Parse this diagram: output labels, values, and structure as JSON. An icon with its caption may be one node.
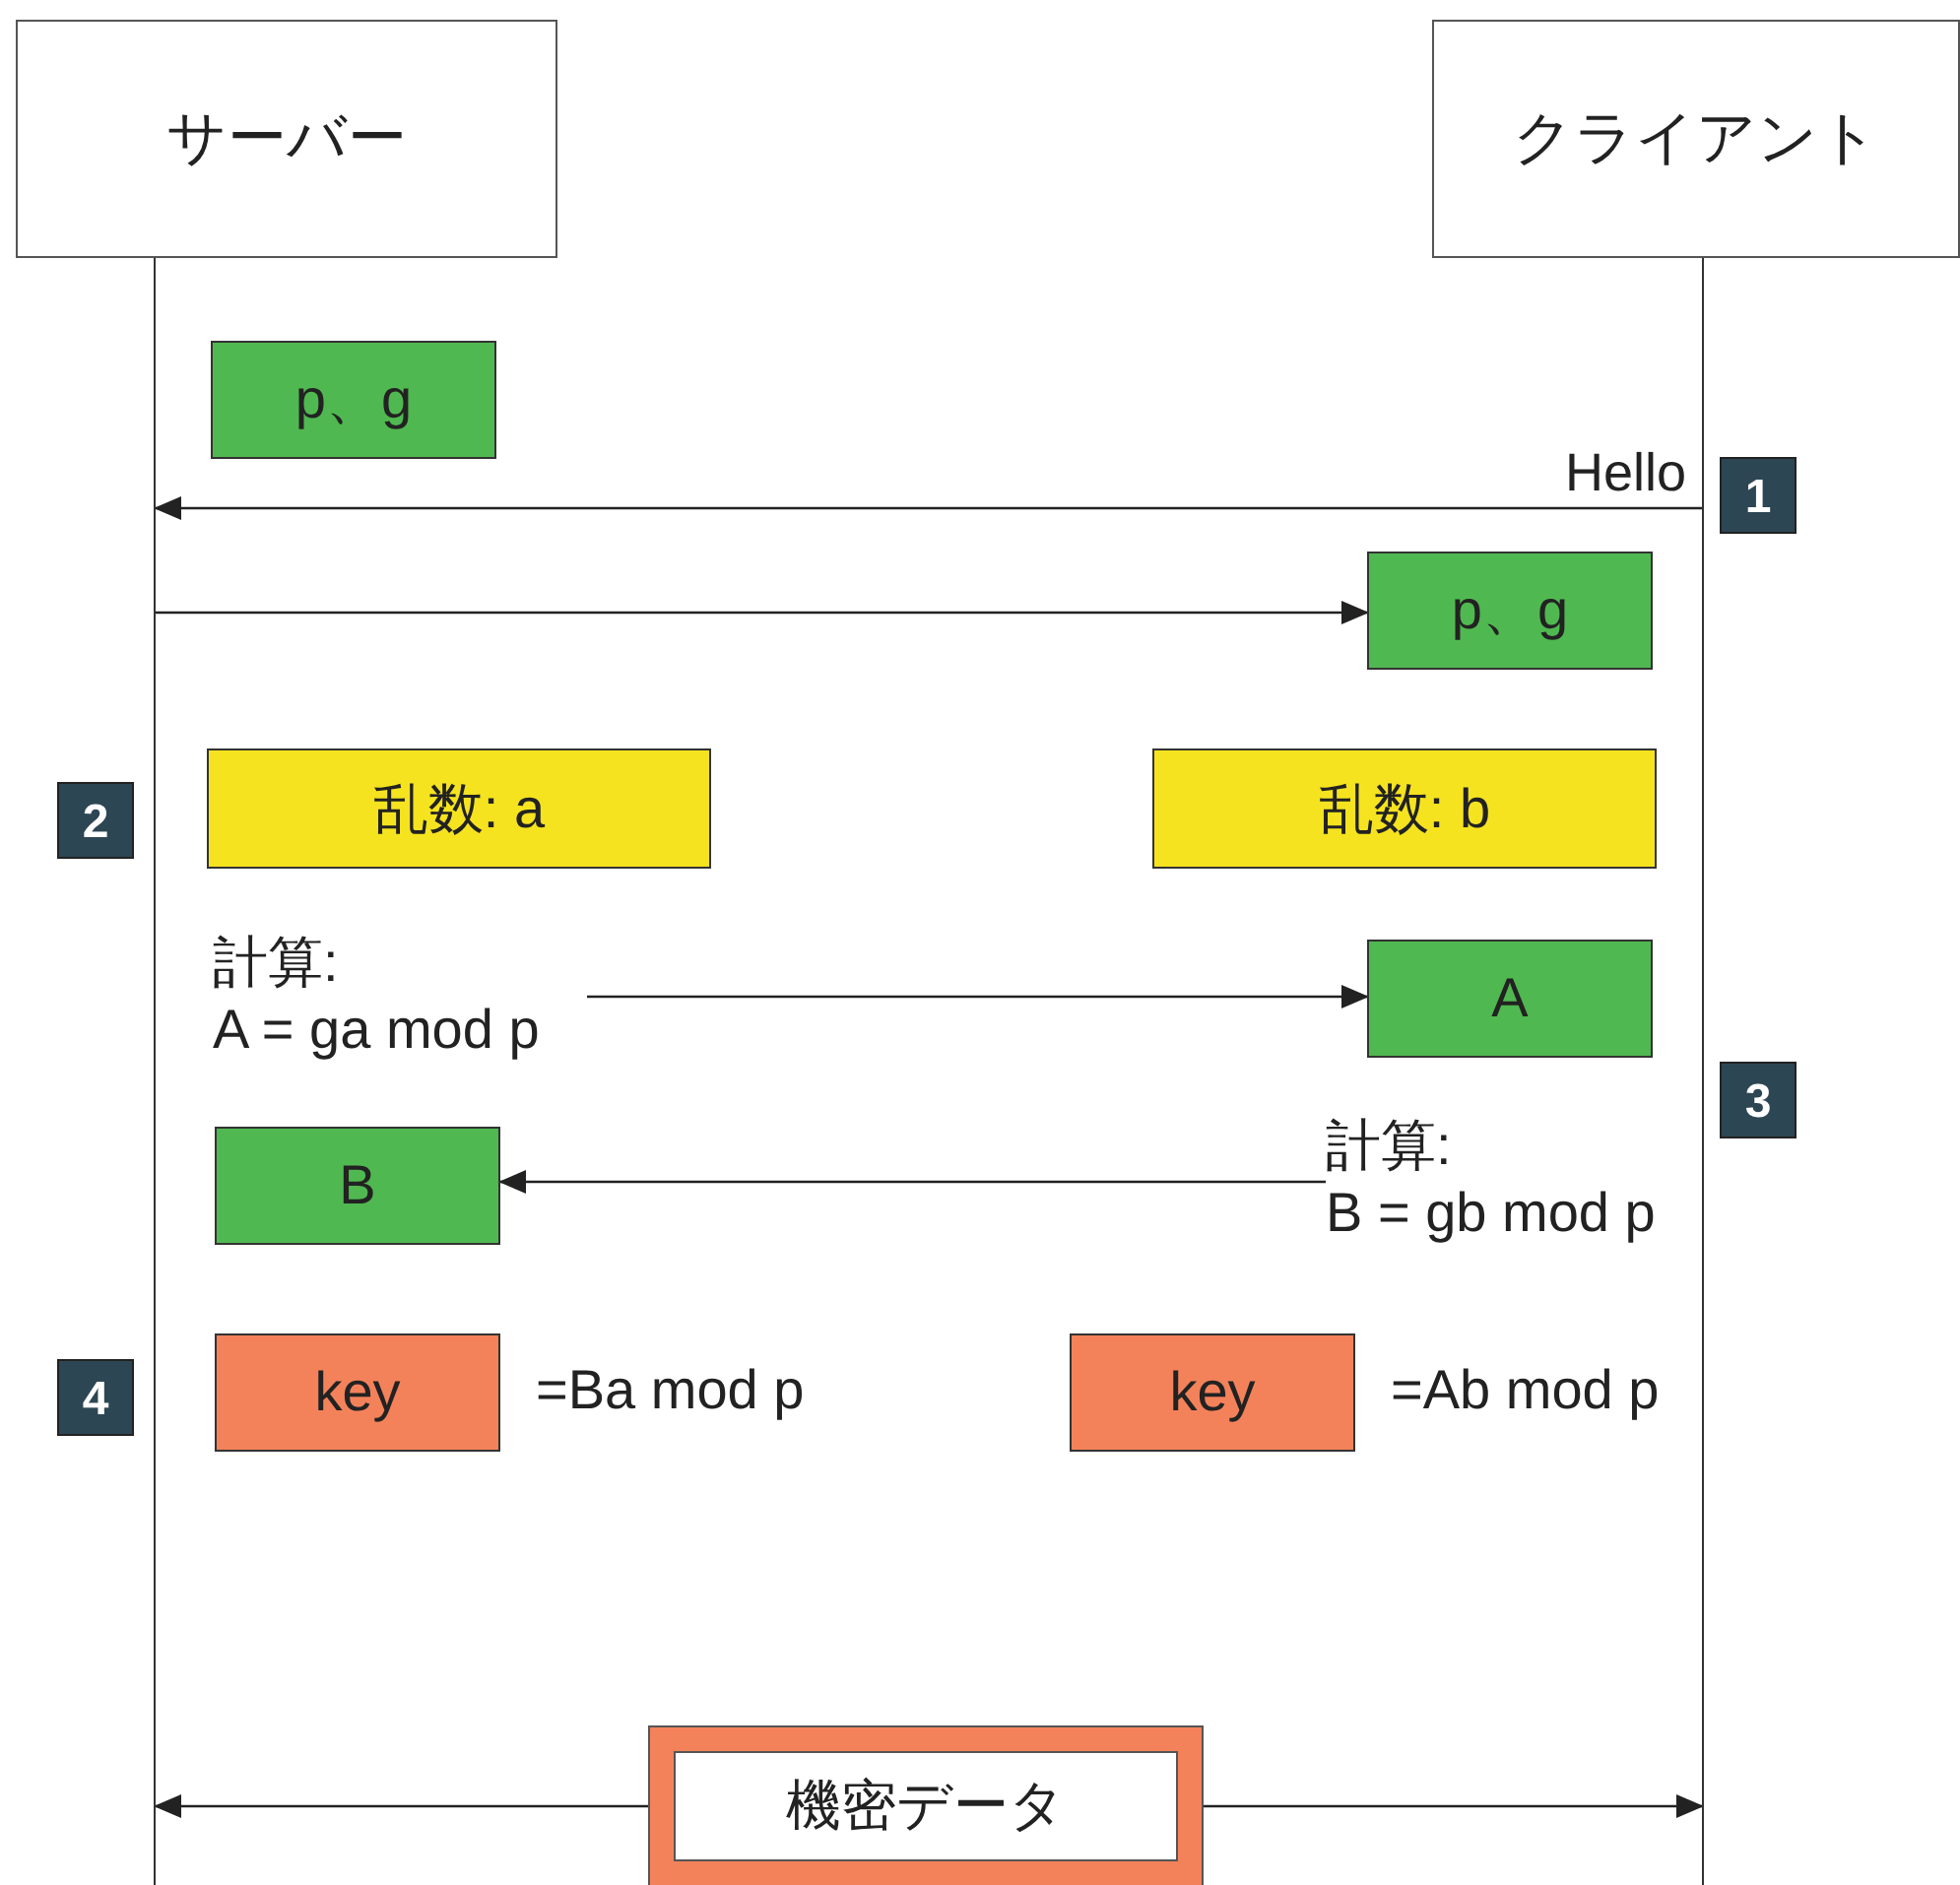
{
  "diagram": {
    "nodes": [
      {
        "text": [
          "サーバー"
        ]
      },
      {
        "text": [
          "クライアント"
        ]
      },
      {
        "text": [],
        "shape": "line"
      },
      {
        "text": [],
        "shape": "line"
      },
      {
        "text": [
          "p、g"
        ]
      },
      {
        "text": [
          "p、g"
        ]
      },
      {
        "text": [
          "乱数: a"
        ]
      },
      {
        "text": [
          "乱数: b"
        ]
      },
      {
        "text": [
          "計算:",
          "A = ga mod p"
        ]
      },
      {
        "text": [
          "A"
        ]
      },
      {
        "text": [
          "計算:",
          "B = gb mod p"
        ]
      },
      {
        "text": [
          "B"
        ]
      },
      {
        "text": [
          "key"
        ],
        "beside": [
          "=Ba mod p"
        ]
      },
      {
        "text": [
          "key"
        ],
        "beside": [
          "=Ab mod p"
        ]
      },
      {
        "text": [
          "機密データ"
        ]
      }
    ],
    "edges": [
      {
        "from": 3,
        "to": 2,
        "arrow": "to",
        "label": "Hello"
      },
      {
        "from": 2,
        "to": 5,
        "arrow": "to"
      },
      {
        "from": 8,
        "to": 9,
        "arrow": "to"
      },
      {
        "from": 10,
        "to": 11,
        "arrow": "to"
      },
      {
        "from": 14,
        "to": 2,
        "arrow": "to"
      },
      {
        "from": 14,
        "to": 3,
        "arrow": "to"
      }
    ],
    "labels": [
      "1",
      "2",
      "3",
      "4"
    ]
  }
}
